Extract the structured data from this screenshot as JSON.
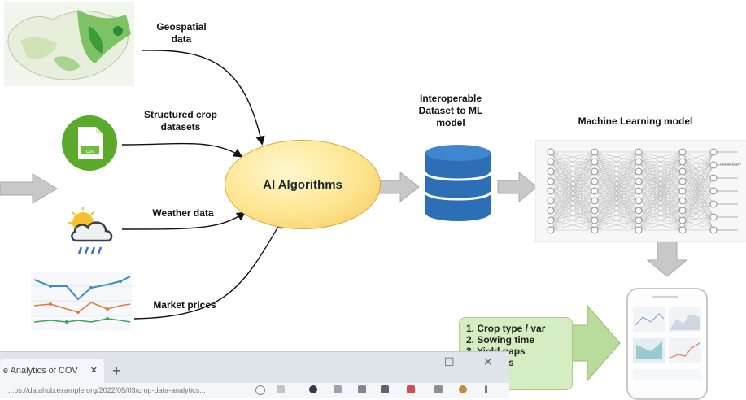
{
  "nodes": {
    "geospatial": "Geospatial\ndata",
    "structured": "Structured crop\ndatasets",
    "weather": "Weather data",
    "market": "Market prices",
    "ai": "AI Algorithms",
    "interoperable": "Interoperable\nDataset to ML\nmodel",
    "ml_title": "Machine Learning model",
    "csv_label": "csv",
    "nn_output_label": "output layer"
  },
  "recommendations": [
    "1. Crop type / var",
    "2. Sowing time",
    "3. Yield gaps",
    "4. Markets"
  ],
  "browser": {
    "tab_title": "e Analytics of COV",
    "tab_close": "✕",
    "new_tab": "+",
    "minimize": "–",
    "maximize": "☐",
    "close": "✕",
    "address": "...ps://datahub.example.org/2022/05/03/crop-data-analytics..."
  },
  "colors": {
    "ai_fill": "#fde58f",
    "db_blue": "#2d6fb6",
    "csv_green": "#5aab2c",
    "recs_green": "#d6edc2",
    "arrow_gray": "#c6c6c6"
  }
}
